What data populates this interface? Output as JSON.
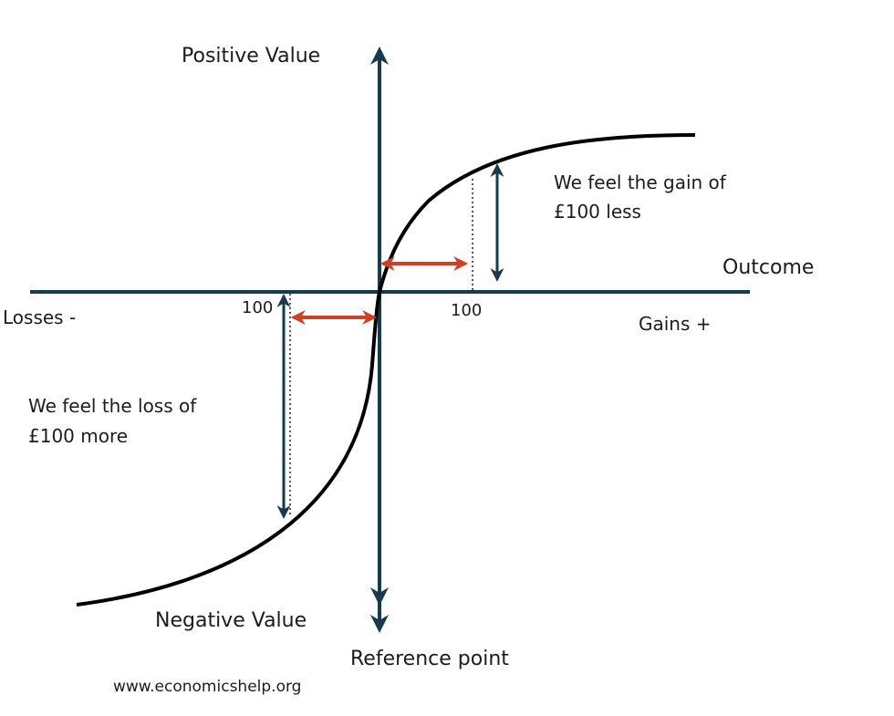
{
  "labels": {
    "positive_value": "Positive Value",
    "negative_value": "Negative Value",
    "outcome": "Outcome",
    "losses": "Losses -",
    "gains": "Gains +",
    "reference_point": "Reference point",
    "gain_tick": "100",
    "loss_tick": "100",
    "gain_note_line1": "We feel the gain of",
    "gain_note_line2": "£100  less",
    "loss_note_line1": "We feel the loss of",
    "loss_note_line2": "£100  more",
    "source": "www.economicshelp.org"
  },
  "colors": {
    "axis": "#163b4f",
    "curve": "#000000",
    "highlight_arrow": "#cc4125",
    "text": "#1c1c1c"
  }
}
